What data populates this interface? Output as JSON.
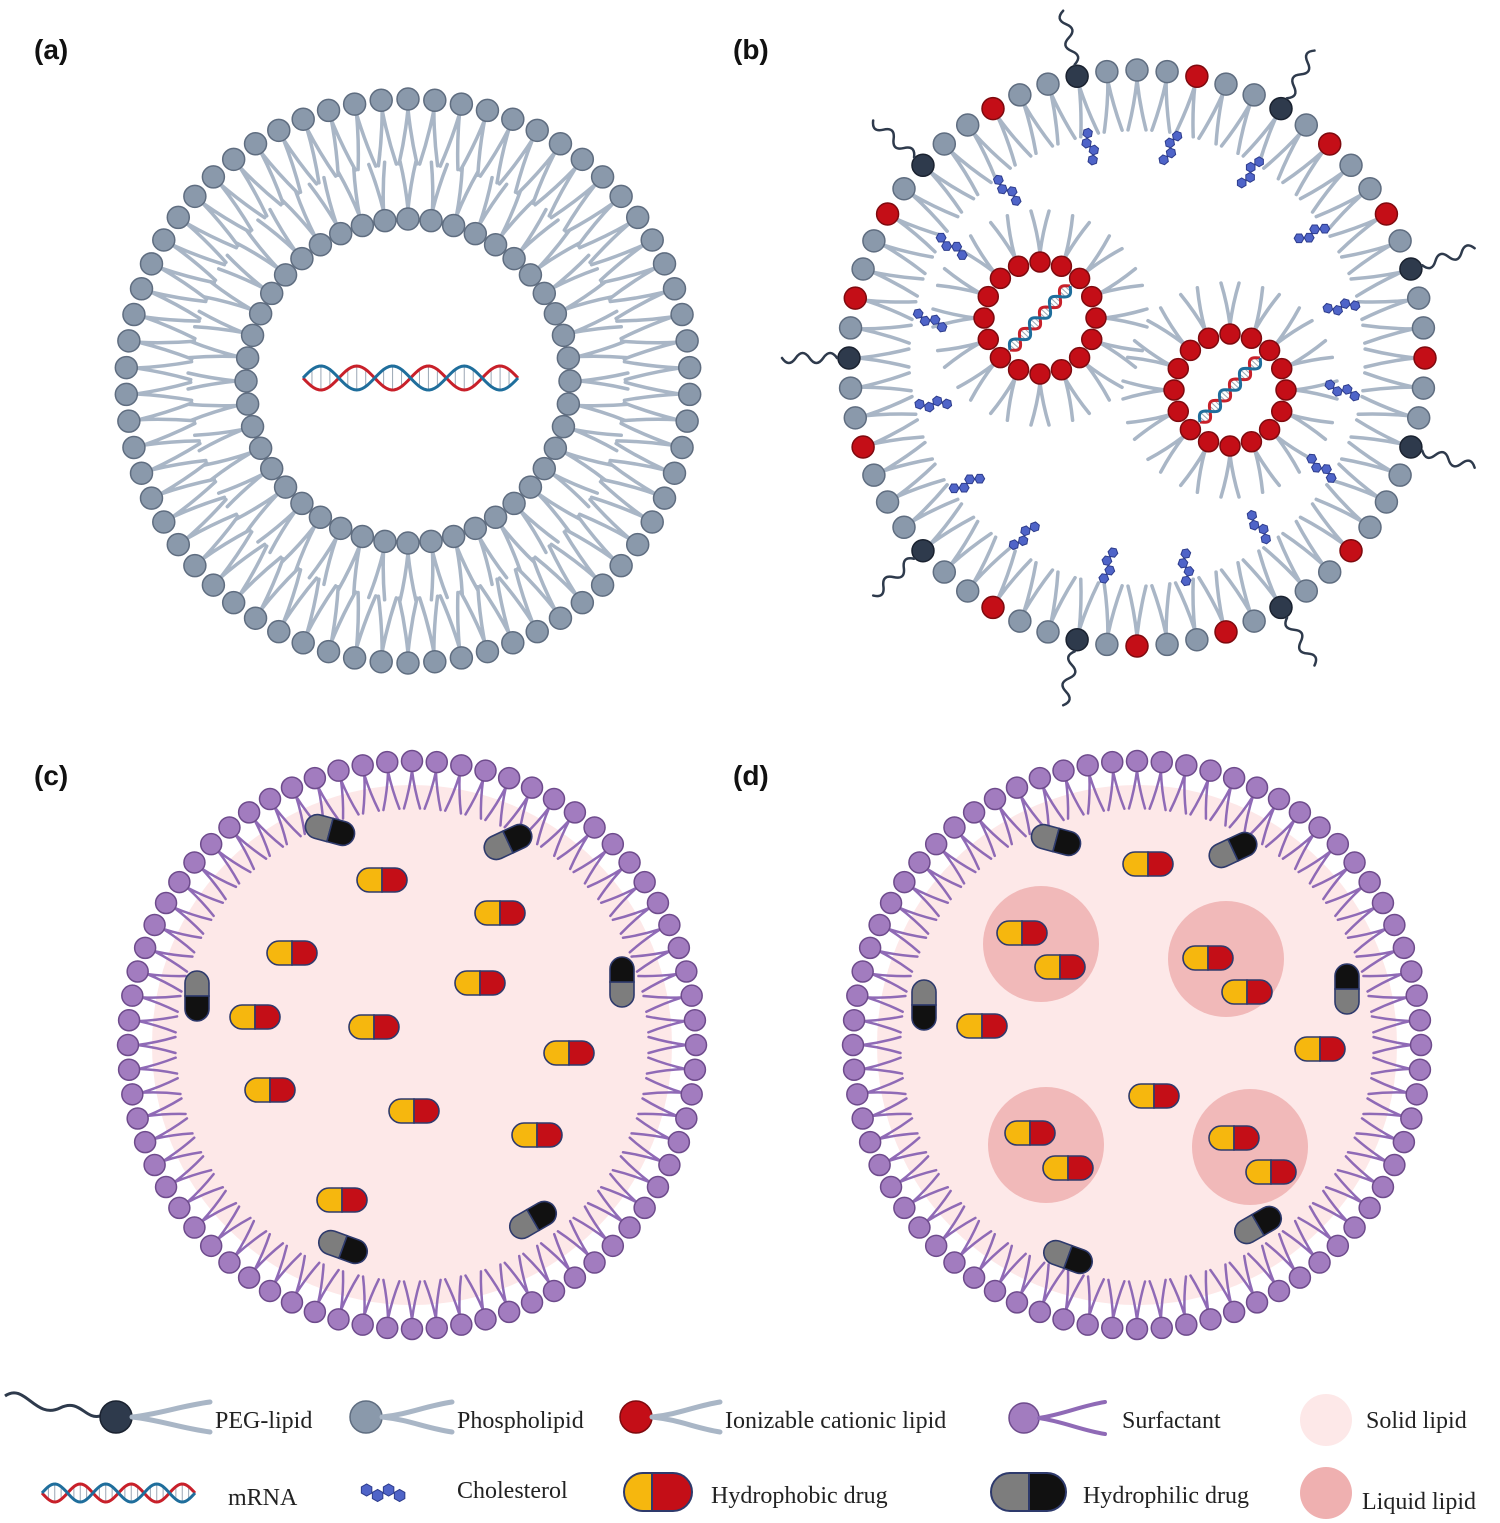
{
  "panels": [
    {
      "id": "a",
      "label": "(a)"
    },
    {
      "id": "b",
      "label": "(b)"
    },
    {
      "id": "c",
      "label": "(c)"
    },
    {
      "id": "d",
      "label": "(d)"
    }
  ],
  "legend": {
    "peg_lipid": "PEG-lipid",
    "phospholipid": "Phospholipid",
    "ionizable_lipid": "Ionizable cationic lipid",
    "surfactant": "Surfactant",
    "solid_lipid": "Solid lipid",
    "mrna": "mRNA",
    "cholesterol": "Cholesterol",
    "hydrophobic_drug": "Hydrophobic drug",
    "hydrophilic_drug": "Hydrophilic drug",
    "liquid_lipid": "Liquid lipid"
  },
  "colors": {
    "phospholipid": "#8a99ab",
    "phospholipid_tail": "#a9b6c6",
    "peg": "#2e3a4c",
    "ionizable": "#c40e17",
    "surfactant": "#a27cbf",
    "surfactant_tail": "#8f6ab6",
    "solid_lipid": "#fde8e8",
    "liquid_lipid": "#efb0b0",
    "cholesterol": "#4f64c8",
    "drug_yellow": "#f6b70e",
    "drug_red": "#c40e17",
    "drug_gray": "#7d7d7d",
    "drug_black": "#111111",
    "mrna_red": "#c8202a",
    "mrna_blue": "#1f6e9c"
  }
}
